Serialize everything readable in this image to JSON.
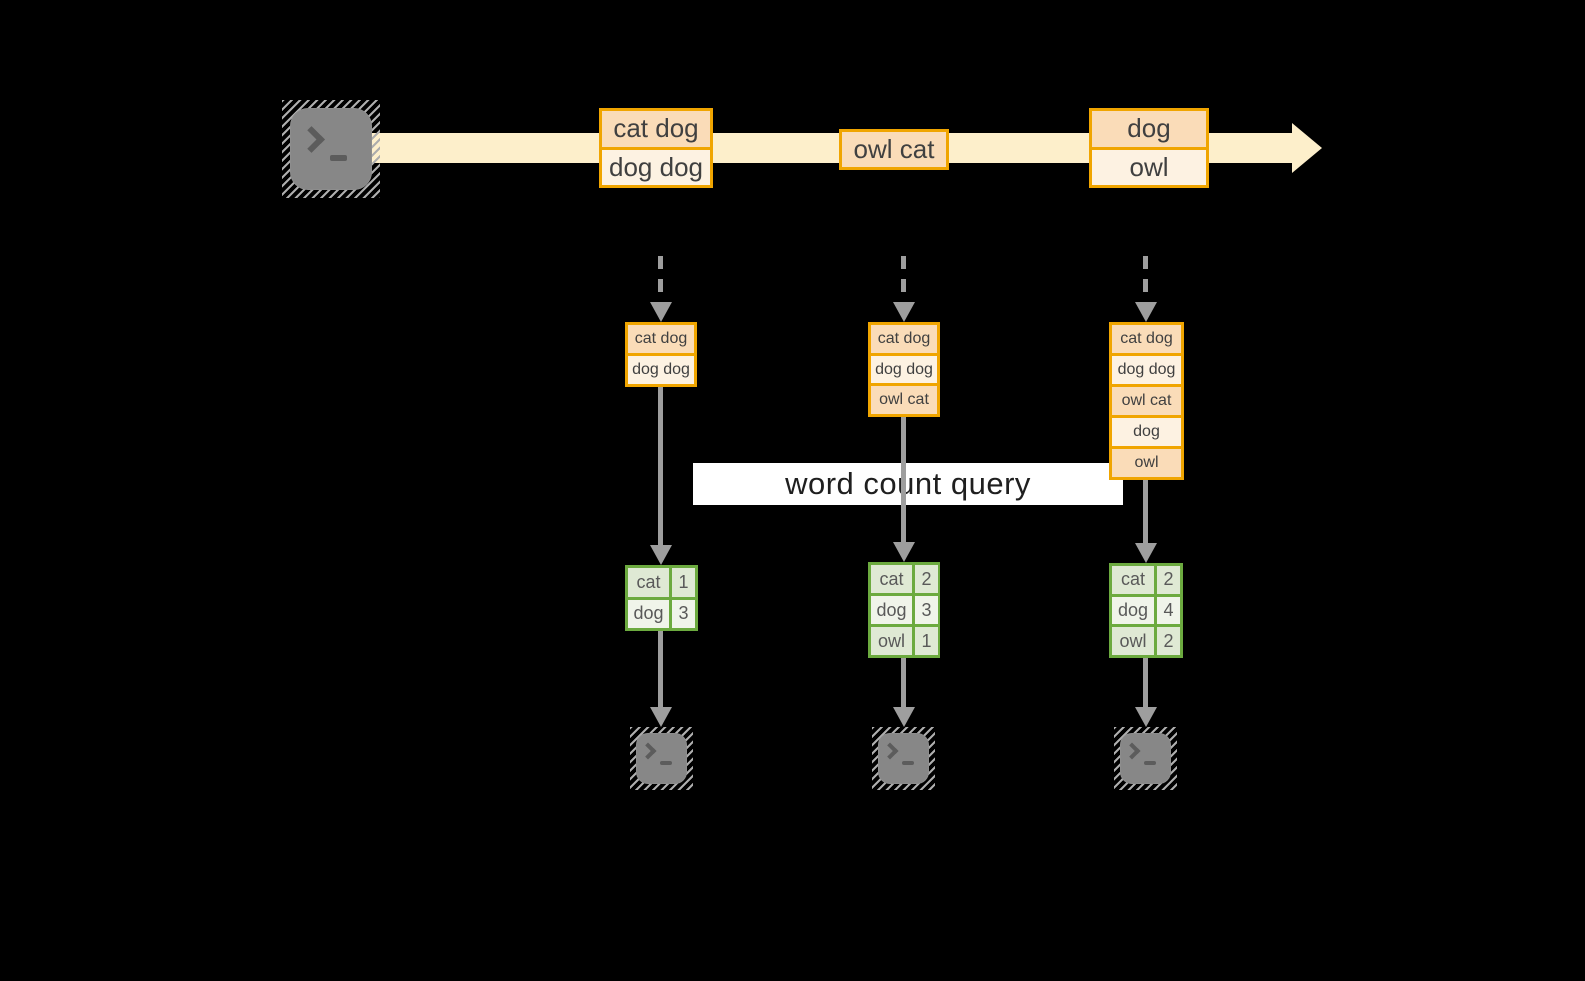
{
  "query_label": "word count query",
  "colors": {
    "background": "#000000",
    "stream_band": "#FDEFCB",
    "box_border_orange": "#F0A500",
    "box_fill_peach": "#FADCB8",
    "box_fill_cream": "#FDF2E2",
    "table_border_green": "#6CAA3F",
    "table_cell_dark": "#DFE9D4",
    "table_cell_light": "#F0F4EA",
    "arrow_gray": "#9E9E9E",
    "terminal_gray": "#878787",
    "query_label_bg": "#FFFFFF"
  },
  "stream": {
    "batches": [
      {
        "items": [
          "cat dog",
          "dog dog"
        ]
      },
      {
        "items": [
          "owl cat"
        ]
      },
      {
        "items": [
          "dog",
          "owl"
        ]
      }
    ]
  },
  "columns": [
    {
      "micro_batch": [
        "cat dog",
        "dog dog"
      ],
      "counts": [
        {
          "word": "cat",
          "count": 1
        },
        {
          "word": "dog",
          "count": 3
        }
      ]
    },
    {
      "micro_batch": [
        "cat dog",
        "dog dog",
        "owl cat"
      ],
      "counts": [
        {
          "word": "cat",
          "count": 2
        },
        {
          "word": "dog",
          "count": 3
        },
        {
          "word": "owl",
          "count": 1
        }
      ]
    },
    {
      "micro_batch": [
        "cat dog",
        "dog dog",
        "owl cat",
        "dog",
        "owl"
      ],
      "counts": [
        {
          "word": "cat",
          "count": 2
        },
        {
          "word": "dog",
          "count": 4
        },
        {
          "word": "owl",
          "count": 2
        }
      ]
    }
  ]
}
